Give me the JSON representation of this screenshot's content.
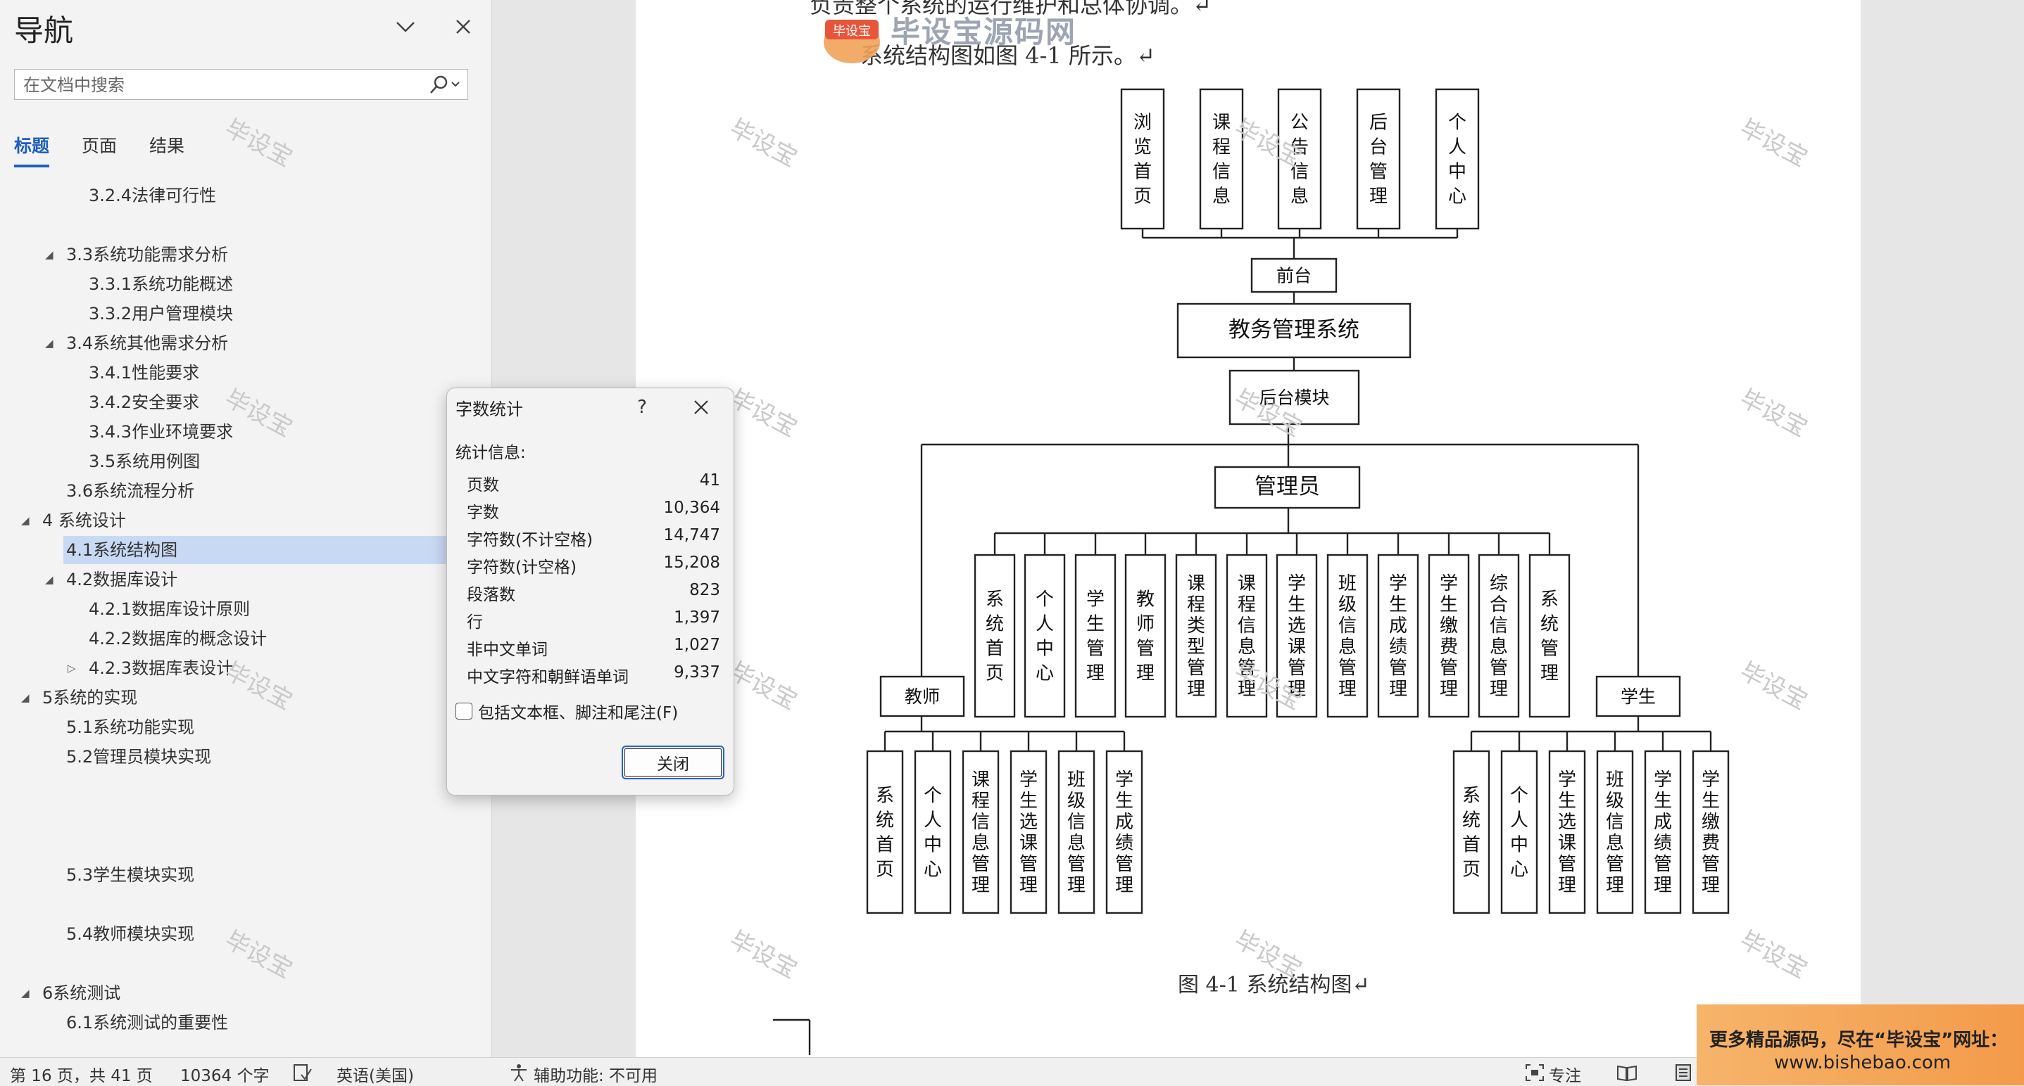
{
  "nav": {
    "title": "导航",
    "search_placeholder": "在文档中搜索",
    "tabs": [
      "标题",
      "页面",
      "结果"
    ],
    "active_tab": "标题",
    "tree": [
      {
        "label": "3.2.4法律可行性",
        "level": 3
      },
      {
        "label": "3.3系统功能需求分析",
        "level": 2,
        "expanded": true
      },
      {
        "label": "3.3.1系统功能概述",
        "level": 3
      },
      {
        "label": "3.3.2用户管理模块",
        "level": 3
      },
      {
        "label": "3.4系统其他需求分析",
        "level": 2,
        "expanded": true
      },
      {
        "label": "3.4.1性能要求",
        "level": 3
      },
      {
        "label": "3.4.2安全要求",
        "level": 3
      },
      {
        "label": "3.4.3作业环境要求",
        "level": 3
      },
      {
        "label": "3.5系统用例图",
        "level": 3
      },
      {
        "label": "3.6系统流程分析",
        "level": 2
      },
      {
        "label": "4 系统设计",
        "level": 1,
        "expanded": true
      },
      {
        "label": "4.1系统结构图",
        "level": 2,
        "selected": true
      },
      {
        "label": "4.2数据库设计",
        "level": 2,
        "expanded": true
      },
      {
        "label": "4.2.1数据库设计原则",
        "level": 3
      },
      {
        "label": "4.2.2数据库的概念设计",
        "level": 3
      },
      {
        "label": "4.2.3数据库表设计",
        "level": 3,
        "collapsed": true
      },
      {
        "label": "5系统的实现",
        "level": 1,
        "expanded": true
      },
      {
        "label": "5.1系统功能实现",
        "level": 2
      },
      {
        "label": "5.2管理员模块实现",
        "level": 2
      },
      {
        "label": "5.3学生模块实现",
        "level": 2
      },
      {
        "label": "5.4教师模块实现",
        "level": 2
      },
      {
        "label": "6系统测试",
        "level": 1,
        "expanded": true
      },
      {
        "label": "6.1系统测试的重要性",
        "level": 2
      }
    ]
  },
  "watermark": "毕设宝",
  "document": {
    "line1": "负责整个系统的运行维护和总体协调。↵",
    "line2": "系统结构图如图 4-1 所示。↵",
    "caption": "图 4-1 系统结构图↵",
    "logo_text": "毕设宝源码网",
    "logo_badge": "毕设宝",
    "logo_url": "www.bishebao.com",
    "diagram": {
      "root": "教务管理系统",
      "front": "前台",
      "back": "后台模块",
      "front_items": [
        "浏览首页",
        "课程信息",
        "公告信息",
        "后台管理",
        "个人中心"
      ],
      "admin": "管理员",
      "admin_items": [
        "系统首页",
        "个人中心",
        "学生管理",
        "教师管理",
        "课程类型管理",
        "课程信息管理",
        "学生选课管理",
        "班级信息管理",
        "学生成绩管理",
        "学生缴费管理",
        "综合信息管理",
        "系统管理"
      ],
      "teacher": "教师",
      "teacher_items": [
        "系统首页",
        "个人中心",
        "课程信息管理",
        "学生选课管理",
        "班级信息管理",
        "学生成绩管理"
      ],
      "student": "学生",
      "student_items": [
        "系统首页",
        "个人中心",
        "学生选课管理",
        "班级信息管理",
        "学生成绩管理",
        "学生缴费管理"
      ]
    }
  },
  "dialog": {
    "title": "字数统计",
    "help": "?",
    "heading": "统计信息:",
    "stats": [
      {
        "label": "页数",
        "value": "41"
      },
      {
        "label": "字数",
        "value": "10,364"
      },
      {
        "label": "字符数(不计空格)",
        "value": "14,747"
      },
      {
        "label": "字符数(计空格)",
        "value": "15,208"
      },
      {
        "label": "段落数",
        "value": "823"
      },
      {
        "label": "行",
        "value": "1,397"
      },
      {
        "label": "非中文单词",
        "value": "1,027"
      },
      {
        "label": "中文字符和朝鲜语单词",
        "value": "9,337"
      }
    ],
    "include_label": "包括文本框、脚注和尾注(F)",
    "close_label": "关闭"
  },
  "status": {
    "page": "第 16 页，共 41 页",
    "words": "10364 个字",
    "language": "英语(美国)",
    "accessibility": "辅助功能: 不可用",
    "focus": "专注"
  },
  "promo": {
    "line1": "更多精品源码，尽在“毕设宝”网址：",
    "line2": "www.bishebao.com"
  },
  "colors": {
    "accent": "#1f5fbf",
    "selection": "#c8d9f3",
    "promo": "#f39b4a"
  }
}
